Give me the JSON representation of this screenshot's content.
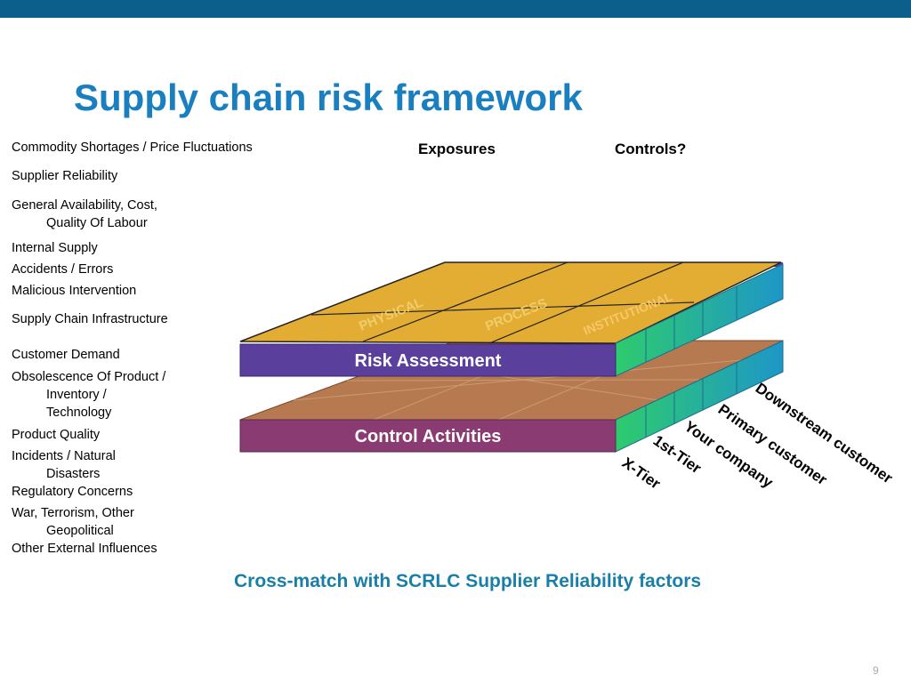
{
  "slide": {
    "title": "Supply chain risk framework",
    "page_number": "9",
    "footer_note": "Cross-match with SCRLC Supplier Reliability factors",
    "colors": {
      "topbar": "#0b5f8a",
      "title": "#1a7fbf",
      "note": "#1a7fa8"
    }
  },
  "risk_list": [
    {
      "line1": "Commodity Shortages / Price Fluctuations"
    },
    {
      "line1": "Supplier Reliability"
    },
    {
      "line1": "General Availability, Cost,",
      "line2": "Quality Of Labour"
    },
    {
      "line1": "Internal Supply"
    },
    {
      "line1": "Accidents / Errors"
    },
    {
      "line1": "Malicious Intervention"
    },
    {
      "line1": "Supply Chain Infrastructure"
    },
    {
      "line1": "Customer Demand"
    },
    {
      "line1": "Obsolescence Of Product /",
      "line2": "Inventory /",
      "line3": "Technology"
    },
    {
      "line1": "Product Quality"
    },
    {
      "line1": "Incidents / Natural",
      "line2": "Disasters"
    },
    {
      "line1": "Regulatory Concerns"
    },
    {
      "line1": "War, Terrorism, Other",
      "line2": "Geopolitical"
    },
    {
      "line1": "Other External Influences"
    }
  ],
  "diagram": {
    "col_exposures": "Exposures",
    "col_controls": "Controls?",
    "layer_top_label": "Risk Assessment",
    "layer_bottom_label": "Control Activities",
    "categories": {
      "physical": "PHYSICAL",
      "process": "PROCESS",
      "institutional": "INSTITUTIONAL"
    },
    "tiers": [
      "X-Tier",
      "1st-Tier",
      "Your company",
      "Primary customer",
      "Downstream customer"
    ],
    "colors": {
      "top_face": "#e3ac33",
      "bottom_face": "#b77a50",
      "risk_band": "#5b3f9d",
      "control_band": "#8a3b72",
      "side_green": "#2ecb6e",
      "side_blue": "#1e96c8"
    }
  }
}
